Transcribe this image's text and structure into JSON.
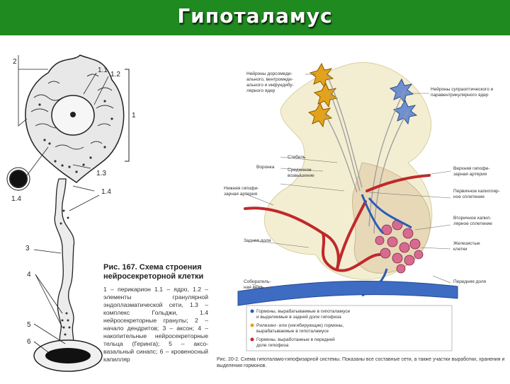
{
  "slide": {
    "title": "Гипоталамус",
    "header_color": "#1f8a1f"
  },
  "left_figure": {
    "labels": [
      "1",
      "1.1",
      "1.2",
      "1.3",
      "1.4",
      "1.4",
      "2",
      "3",
      "4",
      "5",
      "6"
    ],
    "caption_title": "Рис. 167. Схема строения нейросекреторной клетки",
    "caption_body": "1 – перикарион 1.1 – ядро, 1.2 – элементы гранулярной эндоплазматической сети, 1.3 – комплекс Гольджи, 1.4 нейросекреторные гранулы; 2 – начало дендритов; 3 – аксон; 4 – накопительные нейросекреторные тельца (Геринга); 5 – аксо-вазальный синапс; 6 – кровеносный капилляр"
  },
  "right_figure": {
    "labels": {
      "neurons_left": [
        "Нейроны дорсомеди-",
        "ального, вентромеди-",
        "ального и инфундибу-",
        "лярного ядер"
      ],
      "neurons_right": [
        "Нейроны супраоптического и",
        "паравентрикулярного ядер"
      ],
      "stalk": "Стебель",
      "funnel": "Воронка",
      "median_eminence": [
        "Срединное",
        "возвышение"
      ],
      "upper_artery": [
        "Верхняя гипофи-",
        "зарная артерия"
      ],
      "primary_plexus": [
        "Первичное капилляр-",
        "ное сплетение"
      ],
      "lower_artery": [
        "Нижняя гипофи-",
        "зарная артерия"
      ],
      "secondary_plexus": [
        "Вторичное капил-",
        "лярное сплетение"
      ],
      "glandular_cells": [
        "Железистые",
        "клетки"
      ],
      "posterior_lobe": "Задняя доля",
      "anterior_lobe": "Передняя доля",
      "collecting_vein": [
        "Собиратель-",
        "ная вена"
      ]
    },
    "legend": [
      [
        "Гормоны, вырабатываемые в гипоталамусе",
        "и выделяемые в задней доле гипофиза"
      ],
      [
        "Рилизинг- или (ингибирующие) гормоны,",
        "вырабатываемые в гипоталамусе"
      ],
      [
        "Гормоны, выработанные в передней",
        "доле гипофиза"
      ]
    ],
    "caption": "Рис. 20-2. Схема гипоталамо-гипофизарной системы. Показаны все составные сети, а также участки выработки, хранения и выделения гормонов."
  }
}
